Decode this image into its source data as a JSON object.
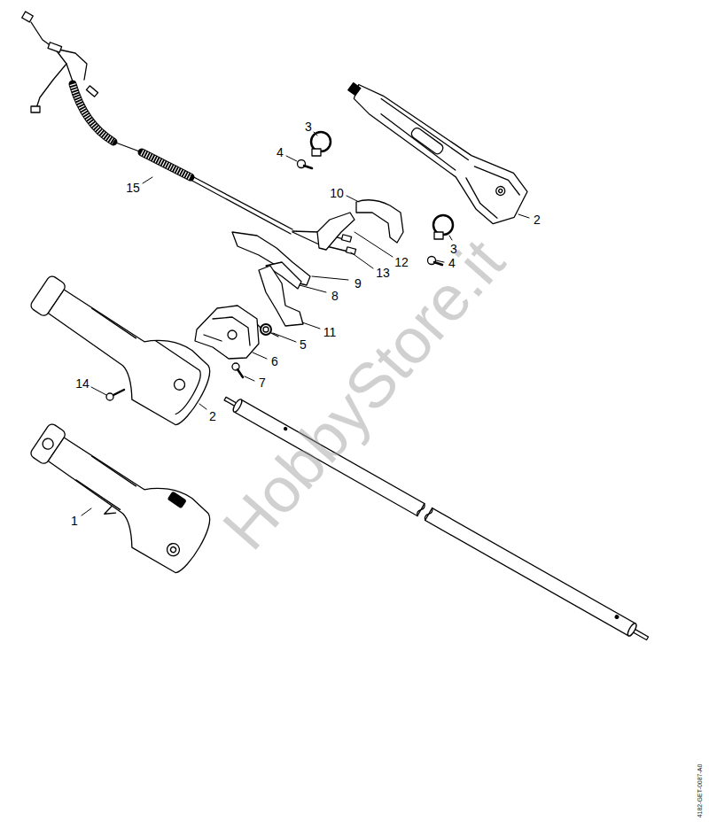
{
  "diagram": {
    "labels": [
      "3",
      "4",
      "10",
      "2",
      "15",
      "3",
      "12",
      "4",
      "13",
      "9",
      "8",
      "11",
      "5",
      "6",
      "14",
      "7",
      "2",
      "1",
      "HobbyStore.it",
      "4182-GET-0087-A0"
    ]
  }
}
